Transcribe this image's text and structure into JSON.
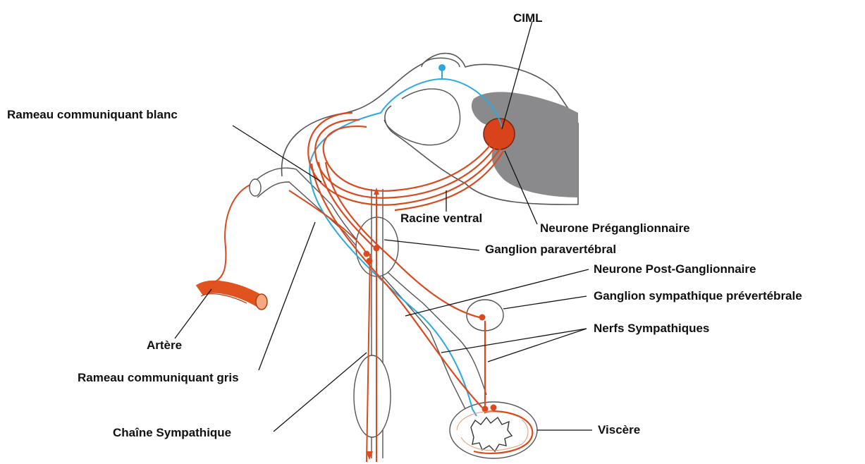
{
  "labels": {
    "ciml": "CIML",
    "rameau_blanc": "Rameau communiquant blanc",
    "racine_ventral": "Racine ventral",
    "neurone_preganglionnaire": "Neurone Préganglionnaire",
    "ganglion_paravertebral": "Ganglion paravertébral",
    "neurone_post_ganglionnaire": "Neurone Post-Ganglionnaire",
    "ganglion_prevertebral": "Ganglion sympathique prévertébrale",
    "nerfs_sympathiques": "Nerfs Sympathiques",
    "artere": "Artère",
    "rameau_gris": "Rameau communiquant gris",
    "chaine_sympathique": "Chaîne Sympathique",
    "viscere": "Viscère"
  },
  "colors": {
    "sympathetic_fiber": "#d94a1e",
    "sensory_fiber": "#29a9e0",
    "grey_matter": "#8a8a8d",
    "ciml_nucleus": "#d8431b",
    "outline": "#444444",
    "artery": "#e0531f"
  }
}
